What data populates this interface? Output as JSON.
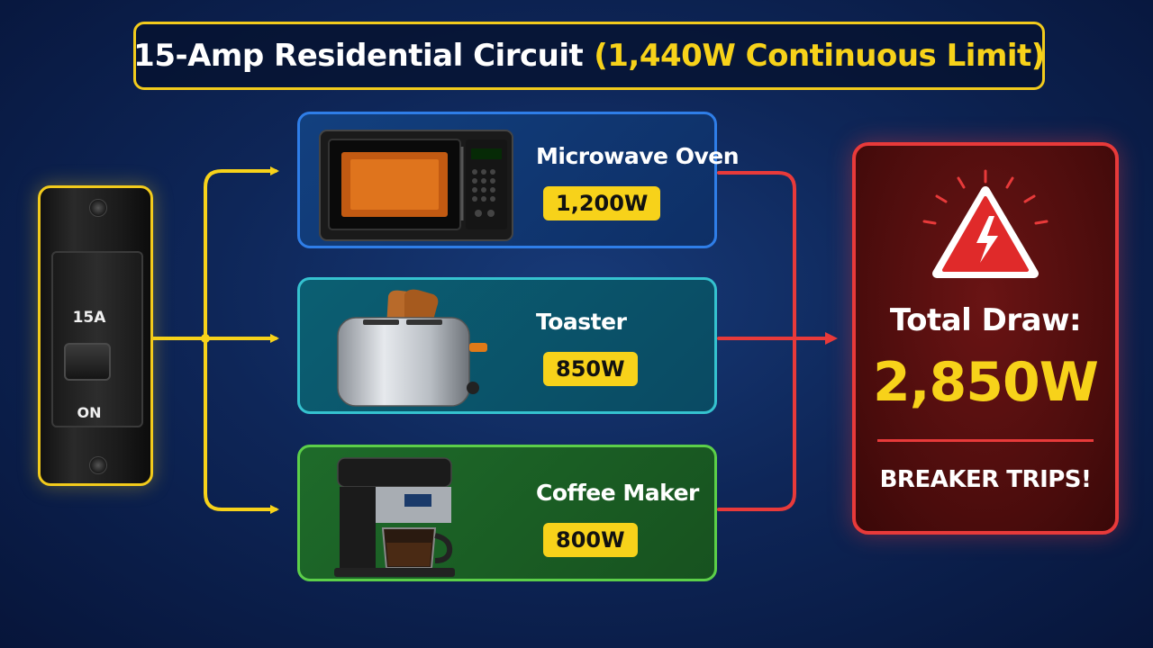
{
  "title": {
    "main": "15-Amp Residential Circuit",
    "limit": "(1,440W Continuous Limit)"
  },
  "breaker": {
    "rating": "15A",
    "state": "ON"
  },
  "appliances": [
    {
      "name": "Microwave Oven",
      "watts": "1,200W"
    },
    {
      "name": "Toaster",
      "watts": "850W"
    },
    {
      "name": "Coffee Maker",
      "watts": "800W"
    }
  ],
  "result": {
    "label": "Total Draw:",
    "value": "2,850W",
    "status": "BREAKER TRIPS!"
  },
  "colors": {
    "accent_yellow": "#f7d21a",
    "wire_red": "#e83a3a",
    "micro_border": "#2f7ee8",
    "toaster_border": "#35c2cf",
    "coffee_border": "#5ccf49"
  },
  "icons": {
    "breaker": "circuit-breaker-icon",
    "warning": "warning-triangle-lightning-icon"
  }
}
